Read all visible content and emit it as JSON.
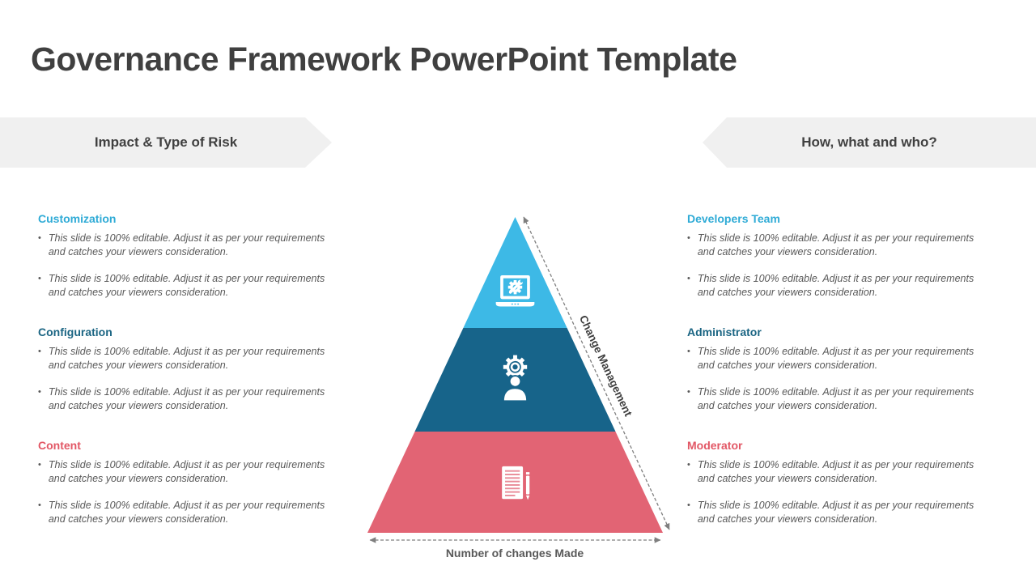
{
  "title": {
    "text": "Governance Framework PowerPoint Template"
  },
  "banners": {
    "left": "Impact & Type of Risk",
    "right": "How, what and who?"
  },
  "left_sections": [
    {
      "heading": "Customization",
      "bullets": [
        "This slide is 100% editable. Adjust it as per your requirements and catches your viewers consideration.",
        "This slide is 100% editable. Adjust it as per your requirements and catches your viewers consideration."
      ]
    },
    {
      "heading": "Configuration",
      "bullets": [
        "This slide is 100% editable. Adjust it as per your requirements and catches your viewers consideration.",
        "This slide is 100% editable. Adjust it as per your requirements and catches your viewers consideration."
      ]
    },
    {
      "heading": "Content",
      "bullets": [
        "This slide is 100% editable. Adjust it as per your requirements and catches your viewers consideration.",
        "This slide is 100% editable. Adjust it as per your requirements and catches your viewers consideration."
      ]
    }
  ],
  "right_sections": [
    {
      "heading": "Developers Team",
      "bullets": [
        "This slide is 100% editable. Adjust it as per your requirements and catches your viewers consideration.",
        "This slide is 100% editable. Adjust it as per your requirements and catches your viewers consideration."
      ]
    },
    {
      "heading": "Administrator",
      "bullets": [
        "This slide is 100% editable. Adjust it as per your requirements and catches your viewers consideration.",
        "This slide is 100% editable. Adjust it as per your requirements and catches your viewers consideration."
      ]
    },
    {
      "heading": "Moderator",
      "bullets": [
        "This slide is 100% editable. Adjust it as per your requirements and catches your viewers consideration.",
        "This slide is 100% editable. Adjust it as per your requirements and catches your viewers consideration."
      ]
    }
  ],
  "pyramid": {
    "levels": [
      {
        "icon": "laptop-settings-icon",
        "color": "#3db9e6"
      },
      {
        "icon": "admin-gear-person-icon",
        "color": "#17648a"
      },
      {
        "icon": "document-pencil-icon",
        "color": "#e26474"
      }
    ],
    "side_label": "Change Management",
    "bottom_label": "Number of changes Made"
  },
  "colors": {
    "title_text": "#404040",
    "banner_bg": "#f0f0f0",
    "heading_blue": "#2fabd6",
    "heading_teal": "#1b6583",
    "heading_rose": "#e25765",
    "body_text": "#595959",
    "pyramid_top": "#3db9e6",
    "pyramid_middle": "#17648a",
    "pyramid_bottom": "#e26474",
    "dashed_line": "#7f7f7f"
  }
}
